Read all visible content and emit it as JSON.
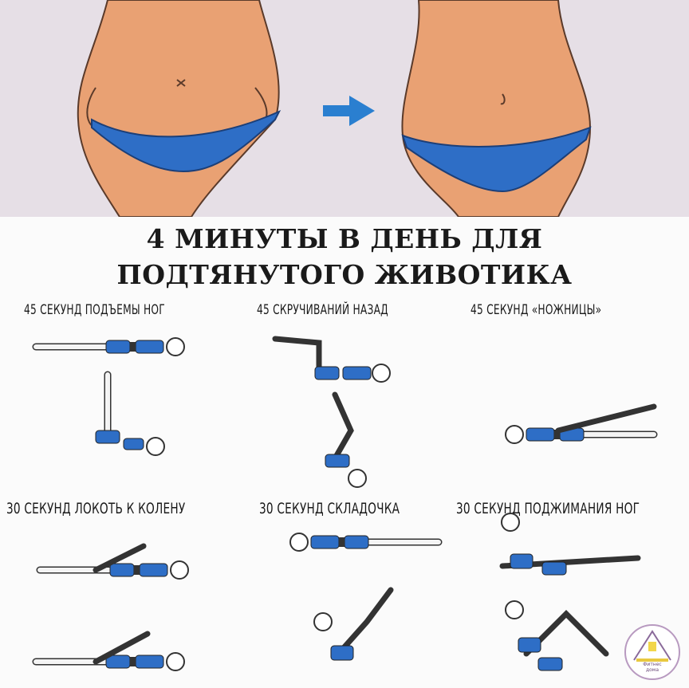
{
  "title": {
    "line1": "4 МИНУТЫ В ДЕНЬ ДЛЯ",
    "line2": "ПОДТЯНУТОГО ЖИВОТИКА"
  },
  "exercises": [
    {
      "label": "45 СЕКУНД ПОДЪЕМЫ НОГ"
    },
    {
      "label": "45 СКРУЧИВАНИЙ НАЗАД"
    },
    {
      "label": "45 СЕКУНД «НОЖНИЦЫ»"
    },
    {
      "label": "30 СЕКУНД ЛОКОТЬ К КОЛЕНУ"
    },
    {
      "label": "30 СЕКУНД СКЛАДОЧКА"
    },
    {
      "label": "30 СЕКУНД ПОДЖИМАНИЯ НОГ"
    }
  ],
  "logo": {
    "text": "Фитнес дома"
  },
  "colors": {
    "skin": "#e9a173",
    "bikini": "#2e6ec6",
    "arrow": "#2a7fd0",
    "top_background": "#e6dfe6"
  }
}
